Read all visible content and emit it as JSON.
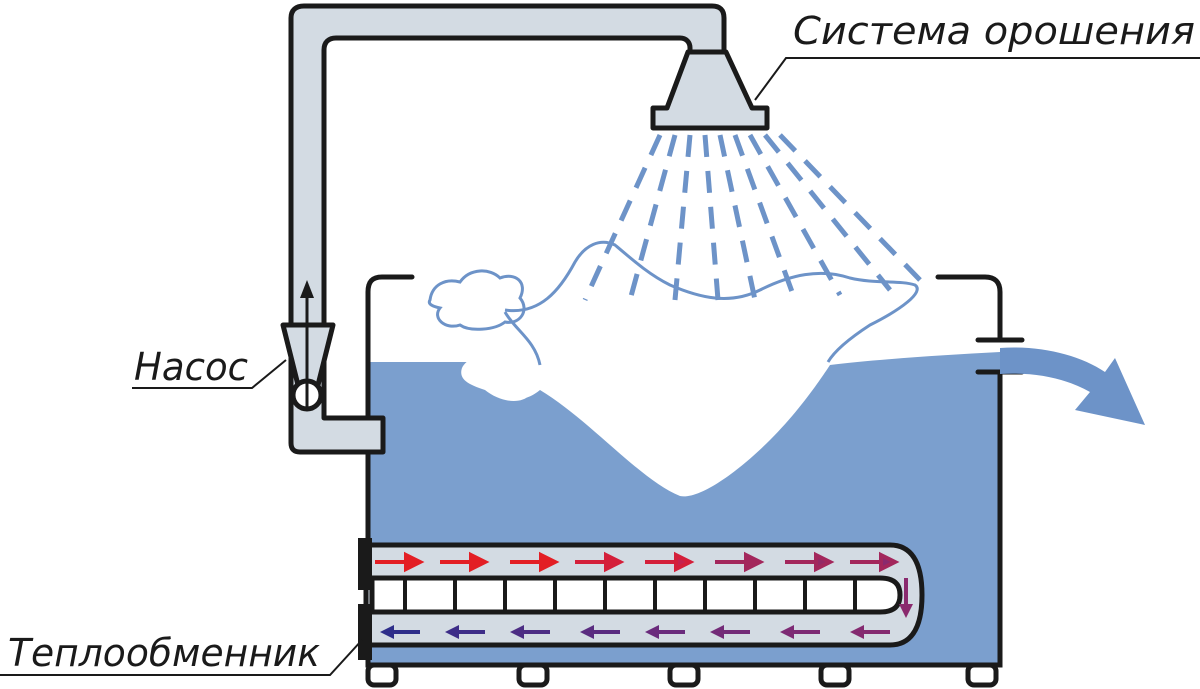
{
  "labels": {
    "irrigation_system": "Система орошения",
    "pump": "Насос",
    "heat_exchanger": "Теплообменник"
  },
  "colors": {
    "water": "#7b9fce",
    "pipe_fill": "#d3dbe3",
    "outline": "#1a1a1a",
    "spray": "#6d93c8",
    "foam_line": "#6d93c8",
    "outflow_arrow": "#6d93c8",
    "hot_flow": "#e31e24",
    "mid_flow": "#8a2a6e",
    "cold_flow": "#2e2e8a"
  },
  "icons": {
    "flow_up": "arrow-up-icon",
    "pump_wheel": "circle-icon",
    "outflow": "curved-arrow-icon"
  }
}
